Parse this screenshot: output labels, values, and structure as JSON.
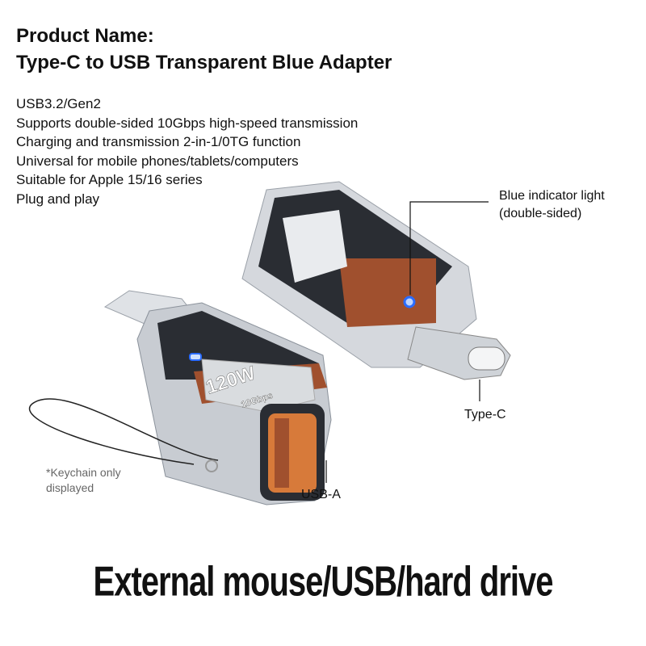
{
  "header": {
    "title_line1": "Product Name:",
    "title_line2": "Type-C to USB Transparent Blue Adapter"
  },
  "features": [
    "USB3.2/Gen2",
    "Supports double-sided 10Gbps high-speed transmission",
    "Charging and transmission 2-in-1/0TG function",
    "Universal for mobile phones/tablets/computers",
    "Suitable for Apple 15/16 series",
    "Plug and play"
  ],
  "callouts": {
    "blue_light_line1": "Blue indicator light",
    "blue_light_line2": "(double-sided)",
    "type_c": "Type-C",
    "usb_a": "USB-A",
    "keychain_line1": "*Keychain only",
    "keychain_line2": "displayed"
  },
  "product_print": {
    "power": "120W",
    "speed": "10Gbps"
  },
  "footer": {
    "tagline": "External mouse/USB/hard drive"
  },
  "colors": {
    "accent_copper": "#a0502e",
    "indicator_blue": "#2a6cff",
    "shell_dark": "#2a2d33"
  }
}
